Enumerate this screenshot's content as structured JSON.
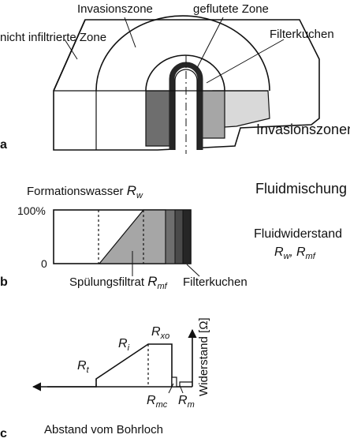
{
  "colors": {
    "ink": "#111111",
    "paper": "#ffffff",
    "invaded_fill": "#d9d9d9",
    "filtrate_fill": "#a6a6a6",
    "flushed_fill": "#6e6e6e",
    "mudcake_fill": "#262626",
    "intermediate_fill": "#4a4a4a"
  },
  "panel_a": {
    "letter": "a",
    "caption": "Invasionszonen",
    "labels": {
      "uninvaded": "nicht infiltrierte Zone",
      "invaded": "Invasionszone",
      "flushed": "geflutete Zone",
      "mudcake": "Filterkuchen"
    }
  },
  "panel_b": {
    "letter": "b",
    "title": "Fluidmischung",
    "resistance_title": "Fluidwiderstand",
    "resistance_symbols": {
      "R": "R",
      "w_sub": "w",
      "separator": ",",
      "mf_sub": "mf"
    },
    "axis": {
      "top": "100%",
      "bottom": "0"
    },
    "formation_water": {
      "text": "Formationswasser ",
      "R": "R",
      "sub": "w"
    },
    "filtrate": {
      "text": "Spülungsfiltrat ",
      "R": "R",
      "sub": "mf"
    },
    "mudcake": "Filterkuchen"
  },
  "panel_c": {
    "letter": "c",
    "x_axis_label": "Abstand vom Bohrloch",
    "y_axis_label": "Widerstand [Ω]",
    "symbols": {
      "Rt": {
        "R": "R",
        "sub": "t"
      },
      "Ri": {
        "R": "R",
        "sub": "i"
      },
      "Rxo": {
        "R": "R",
        "sub": "xo"
      },
      "Rmc": {
        "R": "R",
        "sub": "mc"
      },
      "Rm": {
        "R": "R",
        "sub": "m"
      }
    }
  }
}
